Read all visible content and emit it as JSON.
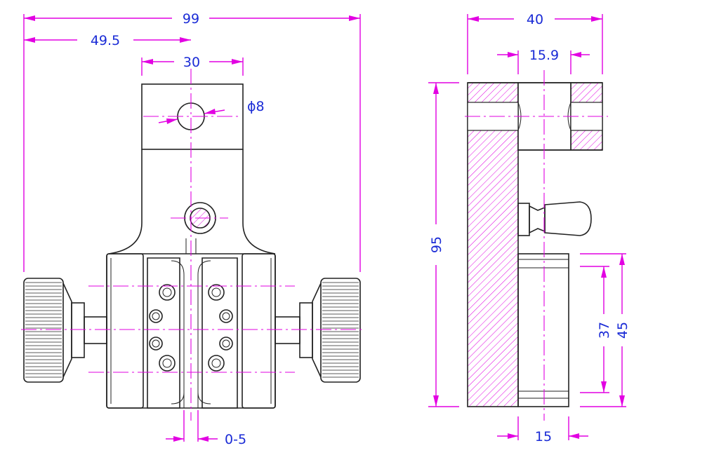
{
  "dimensions": {
    "overall_width": "99",
    "half_width": "49.5",
    "top_block_width": "30",
    "hole_diameter": "ϕ8",
    "jaw_gap": "0-5",
    "side_depth": "40",
    "side_slot_width": "15.9",
    "side_height": "95",
    "jaw_inner_height": "37",
    "jaw_outer_height": "45",
    "jaw_width": "15"
  },
  "colors": {
    "dimension_line": "#e200e2",
    "dimension_text": "#1a2bd6",
    "part_outline": "#222222"
  }
}
